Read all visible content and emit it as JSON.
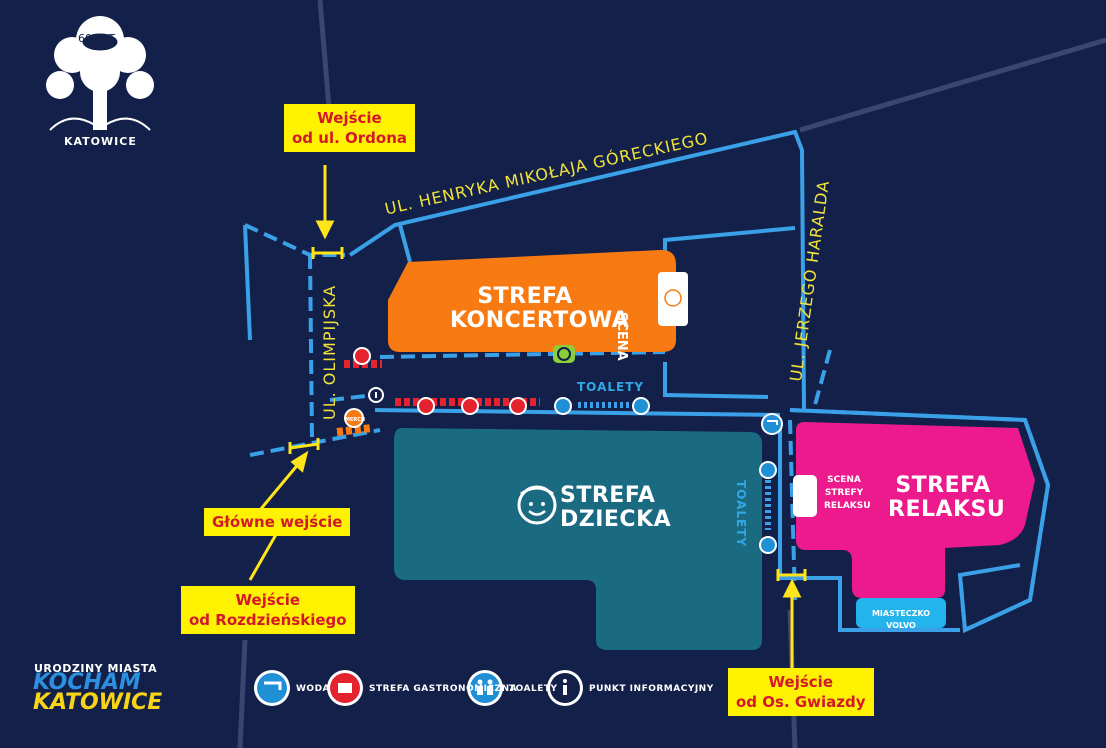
{
  "logo": {
    "text_top": "60 LAT",
    "text_bottom": "KATOWICE"
  },
  "streets": {
    "gorecki": "UL. HENRYKA MIKOŁAJA GÓRECKIEGO",
    "olimpijska": "UL. OLIMPIJSKA",
    "haralda": "UL. JERZEGO HARALDA"
  },
  "entrances": {
    "ordona": "Wejście\nod ul. Ordona",
    "glowne": "Główne wejście",
    "rozdzienskiego": "Wejście\nod Rozdzieńskiego",
    "gwiazdy": "Wejście\nod Os. Gwiazdy"
  },
  "zones": {
    "koncertowa": "STREFA\nKONCERTOWA",
    "scena": "SCENA",
    "dziecka": "STREFA\nDZIECKA",
    "relaksu": "STREFA\nRELAKSU",
    "scena_relaksu": "SCENA\nSTREFY\nRELAKSU",
    "miasteczko": "MIASTECZKO VOLVO",
    "merch": "MERCH"
  },
  "toilets": {
    "top": "TOALETY",
    "side": "TOALETY"
  },
  "legend": {
    "woda": "WODA",
    "gastro": "STREFA GASTRONOMICZNA",
    "toalety": "TOALETY",
    "info": "PUNKT INFORMACYJNY"
  },
  "brand": {
    "line1": "URODZINY MIASTA",
    "line2": "KOCHAM",
    "line3": "KATOWICE"
  },
  "colors": {
    "background": "#13214a",
    "path": "#3aa1e8",
    "koncertowa": "#f77b12",
    "dziecka": "#1a6a82",
    "relaksu": "#ec1a8c",
    "miasteczko": "#22b4ea",
    "entry_bg": "#fff200",
    "entry_text": "#d4182a",
    "street_text": "#f2e23a",
    "gastro": "#e5232e",
    "brand_blue": "#2e8fe0",
    "brand_yellow": "#f7d417"
  }
}
